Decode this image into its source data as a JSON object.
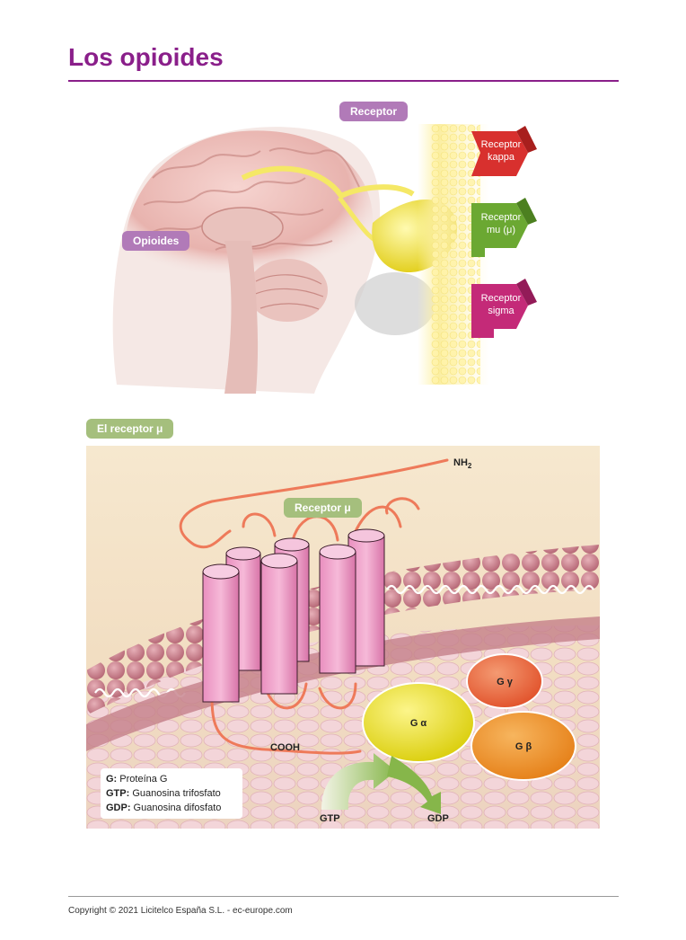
{
  "title": "Los opioides",
  "figure1": {
    "receptor_tag": "Receptor",
    "opioides_tag": "Opioides",
    "receptors": [
      {
        "line1": "Receptor",
        "line2": "kappa",
        "color": "#d8302e"
      },
      {
        "line1": "Receptor",
        "line2": "mu (μ)",
        "color": "#6ba832"
      },
      {
        "line1": "Receptor",
        "line2": "sigma",
        "color": "#c42a78"
      }
    ]
  },
  "figure2": {
    "section_tag": "El receptor μ",
    "receptor_tag": "Receptor μ",
    "nh2": "NH",
    "nh2_sub": "2",
    "cooh": "COOH",
    "g_alpha": "G α",
    "g_beta": "G β",
    "g_gamma": "G γ",
    "gtp": "GTP",
    "gdp": "GDP",
    "legend": [
      {
        "term": "G:",
        "desc": " Proteína G"
      },
      {
        "term": "GTP:",
        "desc": " Guanosina trifosfato"
      },
      {
        "term": "GDP:",
        "desc": " Guanosina difosfato"
      }
    ]
  },
  "footer": "Copyright © 2021 Licitelco España S.L. - ec-europe.com"
}
